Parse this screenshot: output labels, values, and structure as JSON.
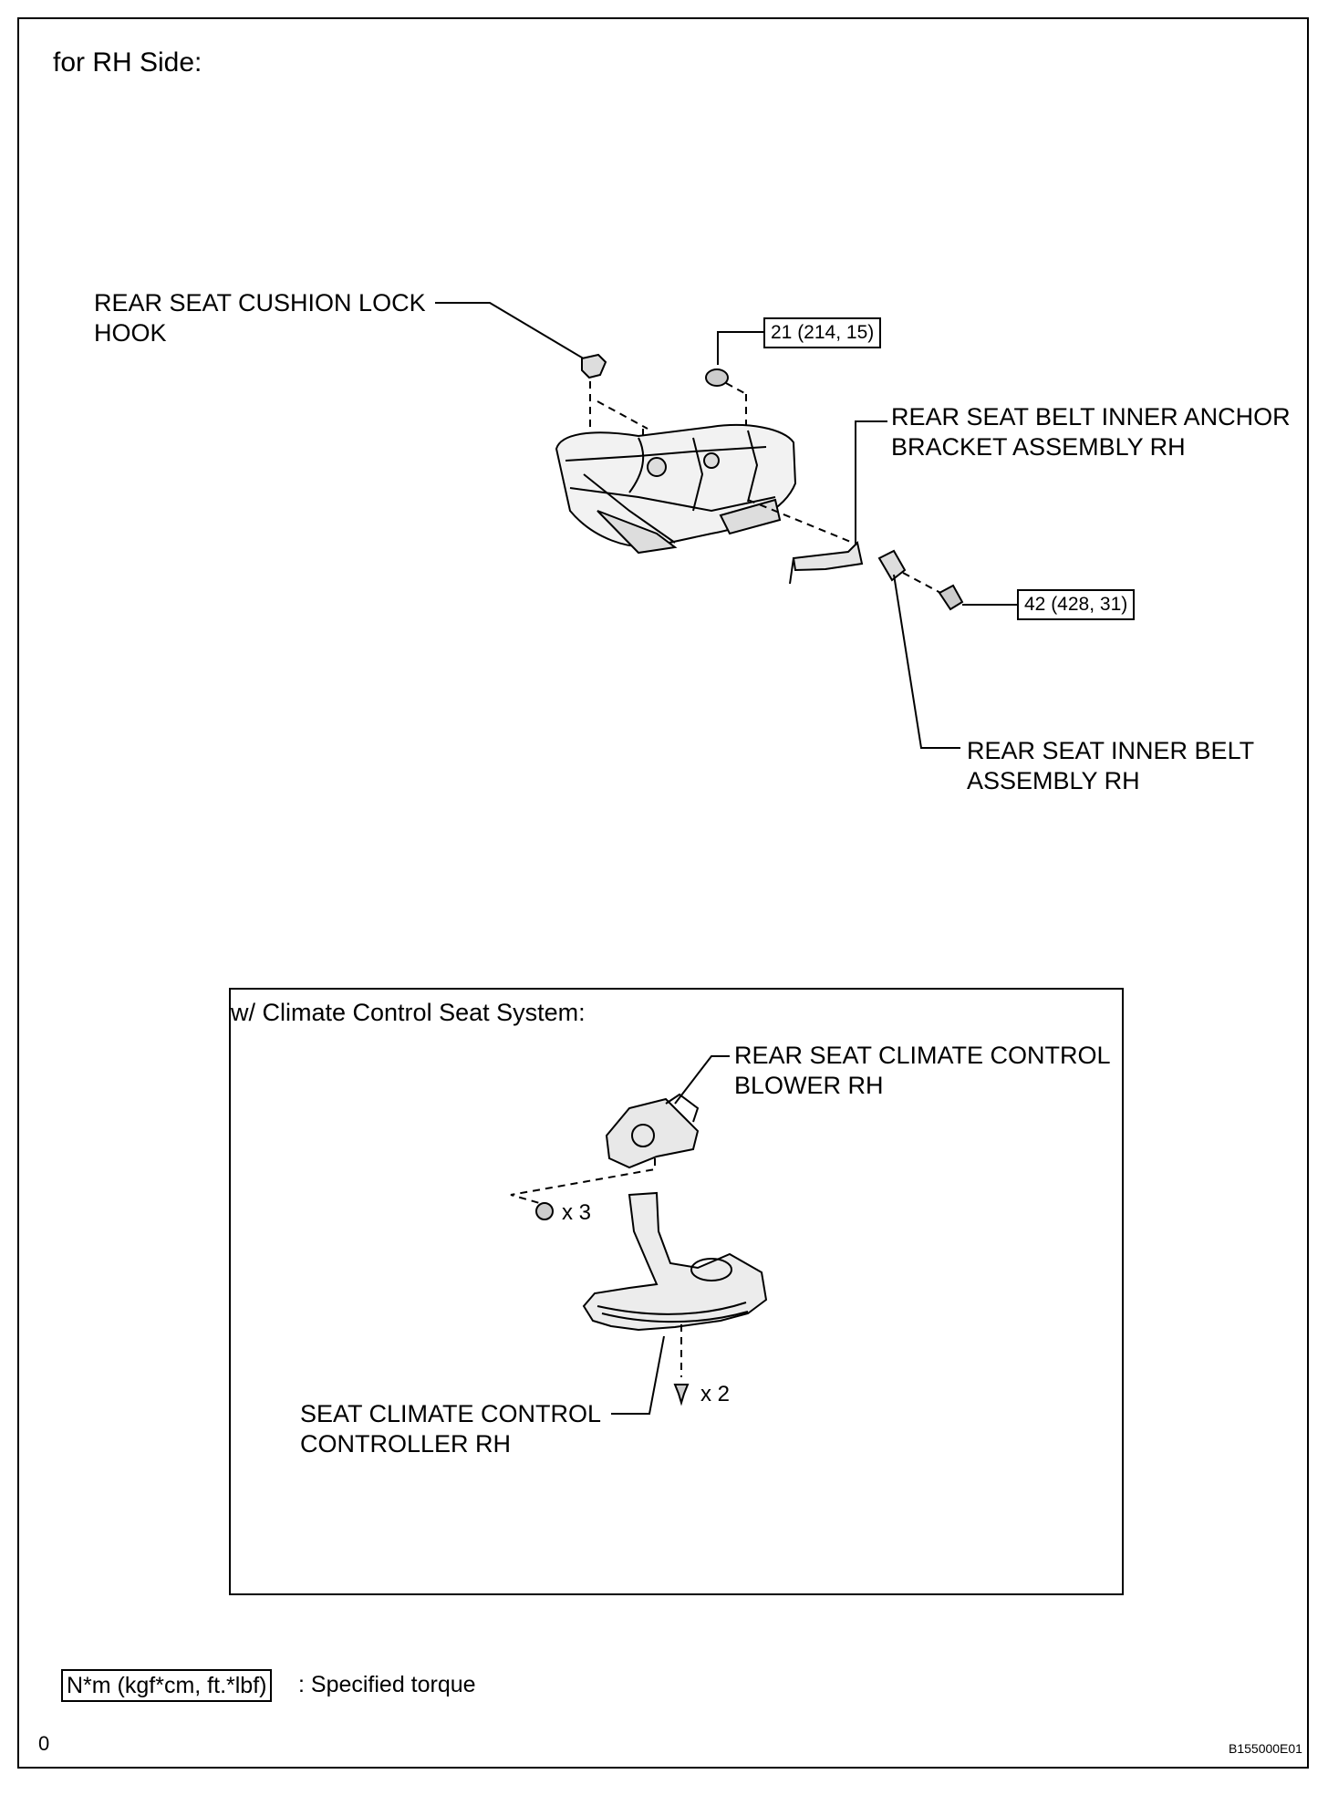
{
  "title": "for RH Side:",
  "labels": {
    "cushion_lock_hook_1": "REAR SEAT CUSHION LOCK",
    "cushion_lock_hook_2": "HOOK",
    "anchor_bracket_1": "REAR SEAT BELT INNER ANCHOR",
    "anchor_bracket_2": "BRACKET ASSEMBLY RH",
    "inner_belt_1": "REAR SEAT INNER BELT",
    "inner_belt_2": "ASSEMBLY RH"
  },
  "torques": {
    "nut": "21 (214, 15)",
    "bolt": "42 (428, 31)"
  },
  "inset": {
    "heading": "w/ Climate Control Seat System:",
    "blower_1": "REAR SEAT CLIMATE CONTROL",
    "blower_2": "BLOWER RH",
    "controller_1": "SEAT CLIMATE CONTROL",
    "controller_2": "CONTROLLER RH",
    "nut_qty": "x 3",
    "screw_qty": "x 2"
  },
  "legend": {
    "box_text": "N*m (kgf*cm, ft.*lbf)",
    "description": ": Specified torque"
  },
  "footer": {
    "left_mark": "0",
    "figure_code": "B155000E01"
  }
}
